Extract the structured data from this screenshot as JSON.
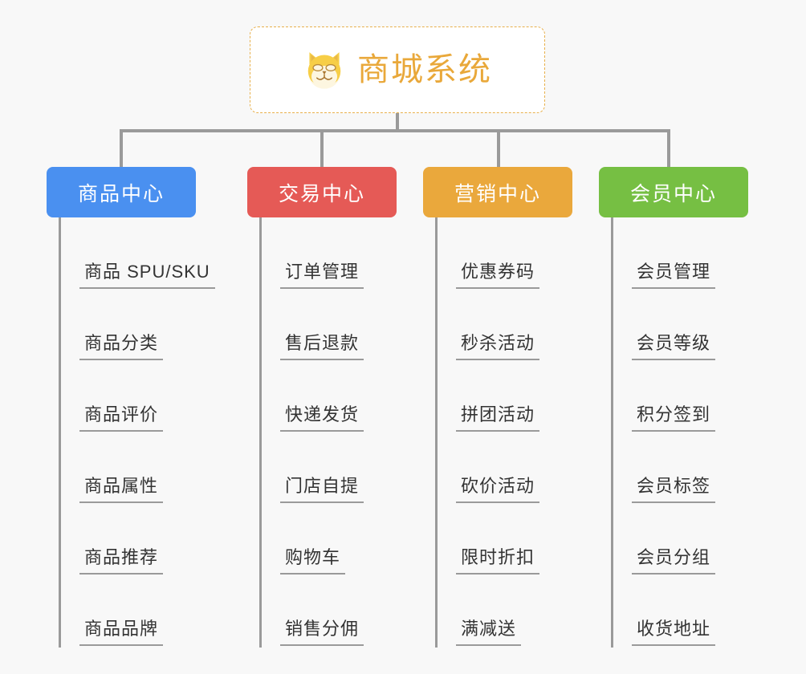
{
  "page": {
    "background_color": "#f8f8f8",
    "connector_color": "#9a9a9a"
  },
  "root": {
    "title": "商城系统",
    "icon": "shiba-dog-face-emoji",
    "text_color": "#e9a83a",
    "border_color": "#e8b04b",
    "background_color": "#ffffff"
  },
  "columns": [
    {
      "id": "product-center",
      "label": "商品中心",
      "color": "#4a90f0",
      "items": [
        "商品 SPU/SKU",
        "商品分类",
        "商品评价",
        "商品属性",
        "商品推荐",
        "商品品牌"
      ]
    },
    {
      "id": "trade-center",
      "label": "交易中心",
      "color": "#e55a56",
      "items": [
        "订单管理",
        "售后退款",
        "快递发货",
        "门店自提",
        "购物车",
        "销售分佣"
      ]
    },
    {
      "id": "marketing-center",
      "label": "营销中心",
      "color": "#eaa83c",
      "items": [
        "优惠券码",
        "秒杀活动",
        "拼团活动",
        "砍价活动",
        "限时折扣",
        "满减送"
      ]
    },
    {
      "id": "member-center",
      "label": "会员中心",
      "color": "#76bf43",
      "items": [
        "会员管理",
        "会员等级",
        "积分签到",
        "会员标签",
        "会员分组",
        "收货地址"
      ]
    }
  ]
}
